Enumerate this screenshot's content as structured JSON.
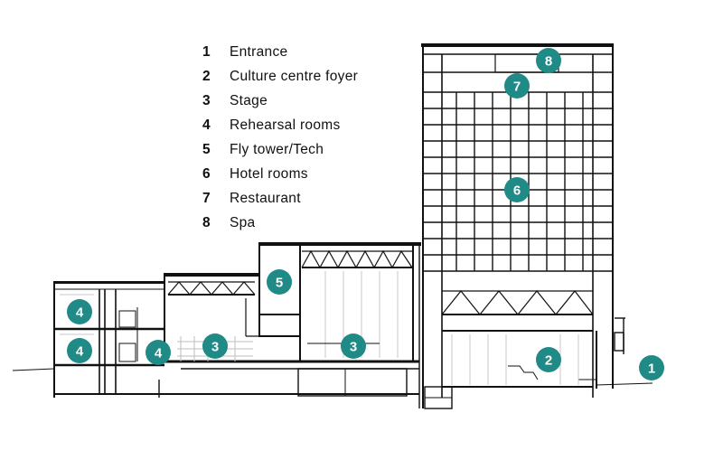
{
  "legend": [
    {
      "number": "1",
      "label": "Entrance"
    },
    {
      "number": "2",
      "label": "Culture centre foyer"
    },
    {
      "number": "3",
      "label": "Stage"
    },
    {
      "number": "4",
      "label": "Rehearsal rooms"
    },
    {
      "number": "5",
      "label": "Fly tower/Tech"
    },
    {
      "number": "6",
      "label": "Hotel rooms"
    },
    {
      "number": "7",
      "label": "Restaurant"
    },
    {
      "number": "8",
      "label": "Spa"
    }
  ],
  "badges": [
    "1",
    "2",
    "3",
    "3",
    "4",
    "4",
    "4",
    "5",
    "6",
    "7",
    "8"
  ],
  "colors": {
    "badge": "#1f8a86",
    "line": "#111111",
    "light": "#c8c8c8",
    "grey": "#9a9a9a"
  }
}
